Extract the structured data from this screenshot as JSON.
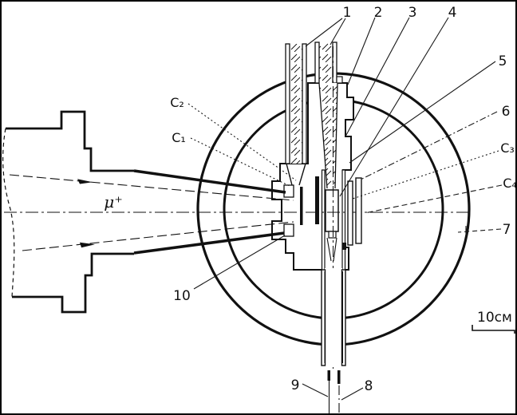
{
  "figure": {
    "beam_label": "μ⁺",
    "scale_label": "10см",
    "callouts": {
      "n1": "1",
      "n2": "2",
      "n3": "3",
      "n4": "4",
      "n5": "5",
      "n6": "6",
      "n7": "7",
      "n8": "8",
      "n9": "9",
      "n10": "10",
      "C1": "C₁",
      "C2": "C₂",
      "C3": "C₃",
      "C4": "C₄"
    }
  }
}
